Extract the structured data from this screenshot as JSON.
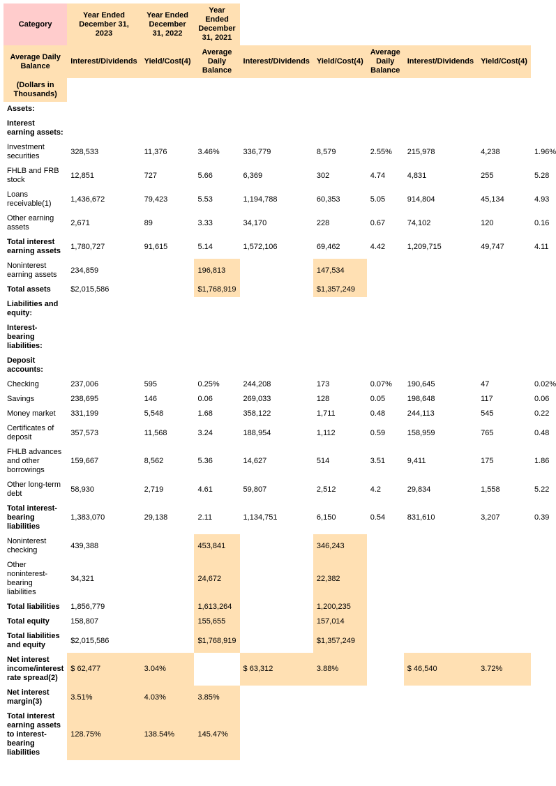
{
  "header": {
    "category": "Category",
    "year_2023": "Year Ended December 31, 2023",
    "year_2022": "Year Ended December 31, 2022",
    "year_2021": "Year Ended December 31, 2021",
    "subheaders": [
      "Average Daily Balance",
      "Interest/Dividends",
      "Yield/Cost(4)",
      "Average Daily Balance",
      "Interest/Dividends",
      "Yield/Cost(4)",
      "Average Daily Balance",
      "Interest/Dividends",
      "Yield/Cost(4)"
    ],
    "units": "(Dollars in Thousands)"
  },
  "sections": {
    "assets": "Assets:",
    "interest_earning_assets": "Interest earning assets:",
    "liabilities_equity": "Liabilities and equity:",
    "interest_bearing_liabilities": "Interest-bearing liabilities:",
    "deposit_accounts": "Deposit accounts:"
  },
  "rows": {
    "investment_securities": {
      "label": "Investment securities",
      "v": [
        "328,533",
        "11,376",
        "3.46%",
        "336,779",
        "8,579",
        "2.55%",
        "215,978",
        "4,238",
        "1.96%"
      ]
    },
    "fhlb_frb_stock": {
      "label": "FHLB and FRB stock",
      "v": [
        "12,851",
        "727",
        "5.66",
        "6,369",
        "302",
        "4.74",
        "4,831",
        "255",
        "5.28"
      ]
    },
    "loans_receivable": {
      "label": "Loans receivable(1)",
      "v": [
        "1,436,672",
        "79,423",
        "5.53",
        "1,194,788",
        "60,353",
        "5.05",
        "914,804",
        "45,134",
        "4.93"
      ]
    },
    "other_earning_assets": {
      "label": "Other earning assets",
      "v": [
        "2,671",
        "89",
        "3.33",
        "34,170",
        "228",
        "0.67",
        "74,102",
        "120",
        "0.16"
      ]
    },
    "total_interest_earning_assets": {
      "label": "Total interest earning assets",
      "v": [
        "1,780,727",
        "91,615",
        "5.14",
        "1,572,106",
        "69,462",
        "4.42",
        "1,209,715",
        "49,747",
        "4.11"
      ]
    },
    "noninterest_earning_assets": {
      "label": "Noninterest earning assets",
      "v": [
        "234,859",
        "196,813",
        "147,534"
      ]
    },
    "total_assets": {
      "label": "Total assets",
      "v": [
        "$2,015,586",
        "$1,768,919",
        "$1,357,249"
      ]
    },
    "checking": {
      "label": "Checking",
      "v": [
        "237,006",
        "595",
        "0.25%",
        "244,208",
        "173",
        "0.07%",
        "190,645",
        "47",
        "0.02%"
      ]
    },
    "savings": {
      "label": "Savings",
      "v": [
        "238,695",
        "146",
        "0.06",
        "269,033",
        "128",
        "0.05",
        "198,648",
        "117",
        "0.06"
      ]
    },
    "money_market": {
      "label": "Money market",
      "v": [
        "331,199",
        "5,548",
        "1.68",
        "358,122",
        "1,711",
        "0.48",
        "244,113",
        "545",
        "0.22"
      ]
    },
    "certificates_of_deposit": {
      "label": "Certificates of deposit",
      "v": [
        "357,573",
        "11,568",
        "3.24",
        "188,954",
        "1,112",
        "0.59",
        "158,959",
        "765",
        "0.48"
      ]
    },
    "fhlb_advances": {
      "label": "FHLB advances and other borrowings",
      "v": [
        "159,667",
        "8,562",
        "5.36",
        "14,627",
        "514",
        "3.51",
        "9,411",
        "175",
        "1.86"
      ]
    },
    "other_long_term_debt": {
      "label": "Other long-term debt",
      "v": [
        "58,930",
        "2,719",
        "4.61",
        "59,807",
        "2,512",
        "4.2",
        "29,834",
        "1,558",
        "5.22"
      ]
    },
    "total_interest_bearing_liabilities": {
      "label": "Total interest-bearing liabilities",
      "v": [
        "1,383,070",
        "29,138",
        "2.11",
        "1,134,751",
        "6,150",
        "0.54",
        "831,610",
        "3,207",
        "0.39"
      ]
    },
    "noninterest_checking": {
      "label": "Noninterest checking",
      "v": [
        "439,388",
        "453,841",
        "346,243"
      ]
    },
    "other_noninterest_bearing": {
      "label": "Other noninterest-bearing liabilities",
      "v": [
        "34,321",
        "24,672",
        "22,382"
      ]
    },
    "total_liabilities": {
      "label": "Total liabilities",
      "v": [
        "1,856,779",
        "1,613,264",
        "1,200,235"
      ]
    },
    "total_equity": {
      "label": "Total equity",
      "v": [
        "158,807",
        "155,655",
        "157,014"
      ]
    },
    "total_liabilities_equity": {
      "label": "Total liabilities and equity",
      "v": [
        "$2,015,586",
        "$1,768,919",
        "$1,357,249"
      ]
    },
    "net_interest_income": {
      "label": "Net interest income/interest rate spread(2)",
      "v": [
        "$ 62,477",
        "3.04%",
        "$ 63,312",
        "3.88%",
        "$ 46,540",
        "3.72%"
      ]
    },
    "net_interest_margin": {
      "label": "Net interest margin(3)",
      "v": [
        "3.51%",
        "4.03%",
        "3.85%"
      ]
    },
    "ratio": {
      "label": "Total interest earning assets to interest-bearing liabilities",
      "v": [
        "128.75%",
        "138.54%",
        "145.47%"
      ]
    }
  },
  "colors": {
    "category_header": "#ffcccc",
    "header_fill": "#ffe0b3"
  }
}
